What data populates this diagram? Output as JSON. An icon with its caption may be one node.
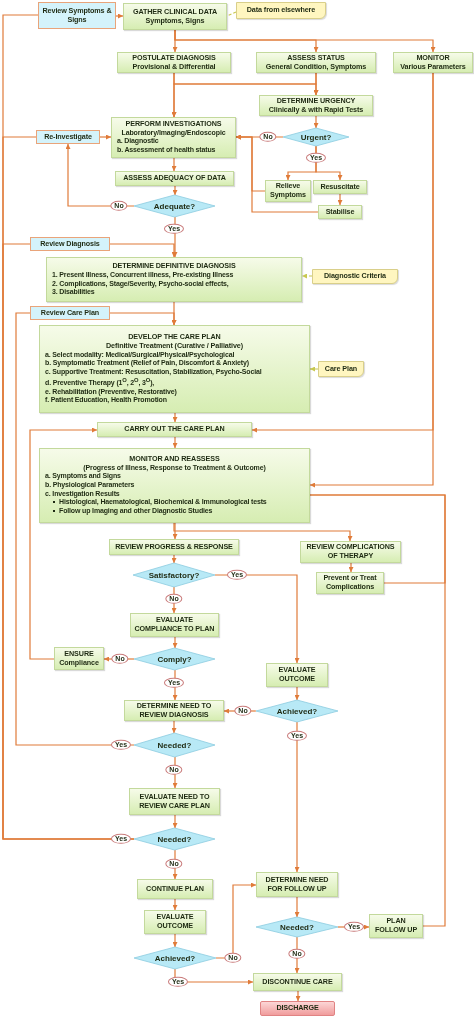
{
  "diagram": {
    "nodes": [
      {
        "text": [
          "Review Symptoms & Signs"
        ]
      },
      {
        "text": [
          "GATHER CLINICAL DATA",
          "Symptoms, Signs"
        ]
      },
      {
        "text": [
          "Data from elsewhere"
        ]
      },
      {
        "text": [
          "POSTULATE DIAGNOSIS",
          "Provisional & Differential"
        ]
      },
      {
        "text": [
          "ASSESS STATUS",
          "General Condition, Symptoms"
        ]
      },
      {
        "text": [
          "MONITOR",
          "Various Parameters"
        ]
      },
      {
        "text": [
          "DETERMINE URGENCY",
          "Clinically & with Rapid Tests"
        ]
      },
      {
        "text": [
          "PERFORM INVESTIGATIONS",
          "Laboratory/Imaging/Endoscopic",
          "a. Diagnostic",
          "b. Assessment of health status"
        ]
      },
      {
        "text": [
          "Re-Investigate"
        ]
      },
      {
        "text": [
          "Urgent?"
        ]
      },
      {
        "text": [
          "ASSESS ADEQUACY OF DATA"
        ]
      },
      {
        "text": [
          "Relieve Symptoms"
        ]
      },
      {
        "text": [
          "Resuscitate"
        ]
      },
      {
        "text": [
          "Adequate?"
        ]
      },
      {
        "text": [
          "Stabilise"
        ]
      },
      {
        "text": [
          "Review Diagnosis"
        ]
      },
      {
        "text": [
          "DETERMINE DEFINITIVE DIAGNOSIS",
          "1. Present Illness, Concurrent illness, Pre-existing Illness",
          "2. Complications, Stage/Severity, Psycho-social effects,",
          "3. Disabilities"
        ]
      },
      {
        "text": [
          "Diagnostic Criteria"
        ]
      },
      {
        "text": [
          "Review Care Plan"
        ]
      },
      {
        "text": [
          "DEVELOP THE CARE PLAN",
          "Definitive Treatment (Curative / Palliative)",
          "a. Select modality: Medical/Surgical/Physical/Psychological",
          "b. Symptomatic Treatment (Relief of Pain, Discomfort & Anxiety)",
          "c. Supportive Treatment: Resuscitation, Stabilization, Psycho-Social",
          "d. Preventive Therapy (1$^{O}$, 2$^{O}$, 3$^{O}$),",
          "e. Rehabilitation (Preventive, Restorative)",
          "f. Patient Education, Health Promotion"
        ]
      },
      {
        "text": [
          "Care Plan"
        ]
      },
      {
        "text": [
          "CARRY OUT THE CARE PLAN"
        ]
      },
      {
        "text": [
          "MONITOR AND REASSESS",
          "(Progress of Illness, Response to Treatment & Outcome)",
          "a. Symptoms and Signs",
          "b. Physiological Parameters",
          "c. Investigation Results",
          "Histological, Haematological, Biochemical & Immunological tests",
          "Follow up Imaging and other Diagnostic Studies"
        ]
      },
      {
        "text": [
          "REVIEW PROGRESS & RESPONSE"
        ]
      },
      {
        "text": [
          "REVIEW COMPLICATIONS OF THERAPY"
        ]
      },
      {
        "text": [
          "Satisfactory?"
        ]
      },
      {
        "text": [
          "Prevent or Treat Complications"
        ]
      },
      {
        "text": [
          "EVALUATE COMPLIANCE TO PLAN"
        ]
      },
      {
        "text": [
          "ENSURE Compliance"
        ]
      },
      {
        "text": [
          "Comply?"
        ]
      },
      {
        "text": [
          "EVALUATE OUTCOME"
        ]
      },
      {
        "text": [
          "DETERMINE NEED TO REVIEW DIAGNOSIS"
        ]
      },
      {
        "text": [
          "Achieved?"
        ]
      },
      {
        "text": [
          "Needed?"
        ]
      },
      {
        "text": [
          "EVALUATE NEED TO REVIEW CARE PLAN"
        ]
      },
      {
        "text": [
          "Needed?"
        ]
      },
      {
        "text": [
          "CONTINUE PLAN"
        ]
      },
      {
        "text": [
          "DETERMINE NEED FOR FOLLOW UP"
        ]
      },
      {
        "text": [
          "EVALUATE OUTCOME"
        ]
      },
      {
        "text": [
          "Needed?"
        ]
      },
      {
        "text": [
          "PLAN FOLLOW UP"
        ]
      },
      {
        "text": [
          "Achieved?"
        ]
      },
      {
        "text": [
          "DISCONTINUE CARE"
        ]
      },
      {
        "text": [
          "DISCHARGE"
        ]
      }
    ],
    "edges": [
      {
        "from": 2,
        "to": 1,
        "arrow": "none",
        "style": "dashed",
        "color": "#c8c850"
      },
      {
        "from": 0,
        "to": 1,
        "arrow": "to"
      },
      {
        "from": 1,
        "to": 3,
        "arrow": "to"
      },
      {
        "from": 1,
        "to": 4,
        "arrow": "to"
      },
      {
        "from": 1,
        "to": 5,
        "arrow": "to"
      },
      {
        "from": 3,
        "to": 7,
        "arrow": "to"
      },
      {
        "from": 3,
        "to": 6,
        "arrow": "to"
      },
      {
        "from": 4,
        "to": 6,
        "arrow": "to"
      },
      {
        "from": 4,
        "to": 7,
        "arrow": "to"
      },
      {
        "from": 6,
        "to": 9,
        "arrow": "to"
      },
      {
        "from": 9,
        "to": 7,
        "arrow": "to",
        "label": "No"
      },
      {
        "from": 9,
        "to": 11,
        "arrow": "to",
        "label": "Yes"
      },
      {
        "from": 9,
        "to": 12,
        "arrow": "to"
      },
      {
        "from": 12,
        "to": 14,
        "arrow": "to"
      },
      {
        "from": 11,
        "to": 7,
        "arrow": "to"
      },
      {
        "from": 14,
        "to": 7,
        "arrow": "to"
      },
      {
        "from": 8,
        "to": 7,
        "arrow": "to"
      },
      {
        "from": 7,
        "to": 10,
        "arrow": "to"
      },
      {
        "from": 10,
        "to": 13,
        "arrow": "to"
      },
      {
        "from": 13,
        "to": 8,
        "arrow": "to",
        "label": "No"
      },
      {
        "from": 13,
        "to": 16,
        "arrow": "to",
        "label": "Yes"
      },
      {
        "from": 15,
        "to": 16,
        "arrow": "to"
      },
      {
        "from": 17,
        "to": 16,
        "arrow": "to",
        "style": "dashed",
        "color": "#c8c850"
      },
      {
        "from": 16,
        "to": 19,
        "arrow": "to"
      },
      {
        "from": 18,
        "to": 19,
        "arrow": "to"
      },
      {
        "from": 20,
        "to": 19,
        "arrow": "to",
        "style": "dashed",
        "color": "#c8c850"
      },
      {
        "from": 19,
        "to": 21,
        "arrow": "to"
      },
      {
        "from": 5,
        "to": 21,
        "arrow": "to"
      },
      {
        "from": 5,
        "to": 22,
        "arrow": "to"
      },
      {
        "from": 21,
        "to": 22,
        "arrow": "to"
      },
      {
        "from": 22,
        "to": 23,
        "arrow": "to"
      },
      {
        "from": 22,
        "to": 24,
        "arrow": "to"
      },
      {
        "from": 23,
        "to": 25,
        "arrow": "to"
      },
      {
        "from": 24,
        "to": 26,
        "arrow": "to"
      },
      {
        "from": 25,
        "to": 30,
        "arrow": "to",
        "label": "Yes"
      },
      {
        "from": 25,
        "to": 27,
        "arrow": "to",
        "label": "No"
      },
      {
        "from": 26,
        "to": 22,
        "arrow": "none"
      },
      {
        "from": 27,
        "to": 29,
        "arrow": "to"
      },
      {
        "from": 29,
        "to": 28,
        "arrow": "to",
        "label": "No"
      },
      {
        "from": 28,
        "to": 21,
        "arrow": "to"
      },
      {
        "from": 29,
        "to": 31,
        "arrow": "to",
        "label": "Yes"
      },
      {
        "from": 30,
        "to": 32,
        "arrow": "to"
      },
      {
        "from": 32,
        "to": 31,
        "arrow": "to",
        "label": "No"
      },
      {
        "from": 32,
        "to": 37,
        "arrow": "to",
        "label": "Yes"
      },
      {
        "from": 31,
        "to": 33,
        "arrow": "to"
      },
      {
        "from": 33,
        "to": 18,
        "arrow": "none",
        "label": "Yes"
      },
      {
        "from": 33,
        "to": 34,
        "arrow": "to",
        "label": "No"
      },
      {
        "from": 34,
        "to": 35,
        "arrow": "to"
      },
      {
        "from": 35,
        "to": 15,
        "arrow": "none",
        "label": "Yes"
      },
      {
        "from": 35,
        "to": 8,
        "arrow": "none"
      },
      {
        "from": 35,
        "to": 0,
        "arrow": "none"
      },
      {
        "from": 35,
        "to": 36,
        "arrow": "to",
        "label": "No"
      },
      {
        "from": 36,
        "to": 38,
        "arrow": "to"
      },
      {
        "from": 38,
        "to": 41,
        "arrow": "to"
      },
      {
        "from": 41,
        "to": 37,
        "arrow": "to",
        "label": "No"
      },
      {
        "from": 41,
        "to": 42,
        "arrow": "to",
        "label": "Yes"
      },
      {
        "from": 37,
        "to": 39,
        "arrow": "to"
      },
      {
        "from": 39,
        "to": 40,
        "arrow": "to",
        "label": "Yes"
      },
      {
        "from": 39,
        "to": 42,
        "arrow": "to",
        "label": "No"
      },
      {
        "from": 40,
        "to": 22,
        "arrow": "none"
      },
      {
        "from": 42,
        "to": 43,
        "arrow": "to"
      }
    ]
  }
}
